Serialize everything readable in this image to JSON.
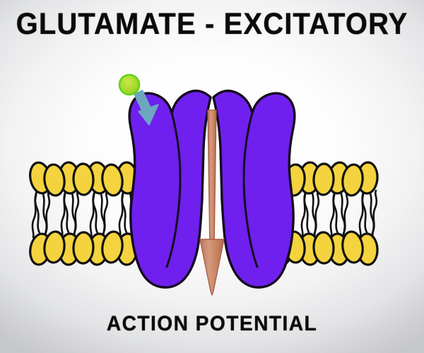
{
  "figure": {
    "title": "GLUTAMATE - EXCITATORY",
    "caption": "ACTION POTENTIAL",
    "background": {
      "center_color": "#ffffff",
      "edge_color": "#c6c7c9"
    }
  },
  "diagram": {
    "subject": "ligand-gated ion channel in a lipid bilayer",
    "channel": {
      "label": "ion-channel-protein",
      "fill_color": "#6f20ee",
      "outline_color": "#120a1a",
      "lobe_count": 4,
      "pore": "central open pore"
    },
    "ligand": {
      "label": "glutamate-molecule",
      "fill_color": "#a8d62e",
      "outline_color": "#5fd41a"
    },
    "binding_arrow": {
      "label": "binding-arrow",
      "color": "#6ba8c0",
      "direction": "down-right"
    },
    "ion_flow_arrow": {
      "label": "ion-flow-arrow",
      "color": "#cb8468",
      "outline_color": "#a9604a",
      "direction": "downward"
    },
    "membrane": {
      "label": "lipid-bilayer",
      "head_color": "#f4d33e",
      "head_outline_color": "#111111",
      "tail_color": "#111111",
      "leaflets": 2,
      "left_lipid_count": 10,
      "right_lipid_count": 10
    }
  }
}
